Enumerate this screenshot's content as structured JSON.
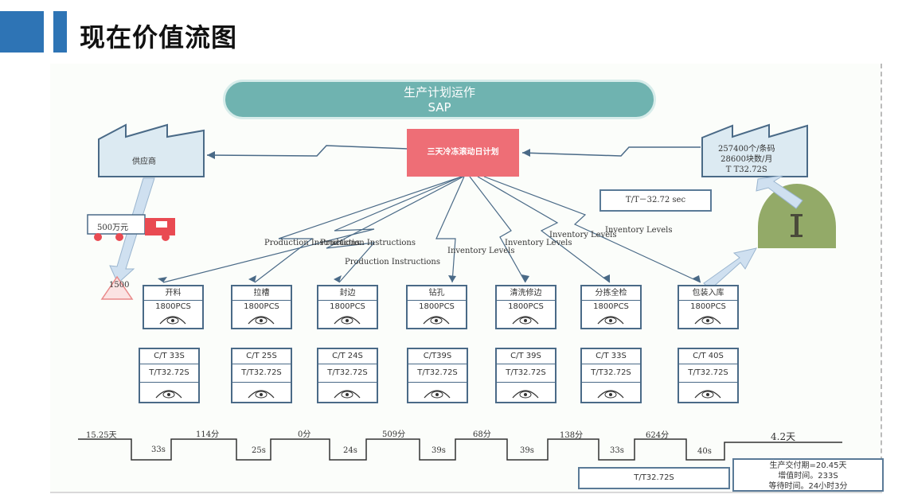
{
  "header": {
    "title": "现在价值流图"
  },
  "control": {
    "sap_line1": "生产计划运作",
    "sap_line2": "SAP",
    "plan": "三天冷冻滚动日计划"
  },
  "supplier": {
    "label": "供应商"
  },
  "customer": {
    "line1": "257400个/条码",
    "line2": "28600块数/月",
    "line3": "T T32.72S"
  },
  "truck": {
    "label": "500万元"
  },
  "raw_inventory": {
    "label": "1500"
  },
  "takt": {
    "label": "T/T－32.72 sec"
  },
  "info_labels": {
    "pi1": "Production Instructions",
    "pi2": "Production Instructions",
    "pi3": "Production Instructions",
    "il1": "Inventory Levels",
    "il2": "Inventory Levels",
    "il3": "Inventory Levels",
    "il4": "Inventory Levels"
  },
  "processes": [
    {
      "name": "开料",
      "qty": "1800PCS",
      "ct": "C/T  33S",
      "tt": "T/T32.72S"
    },
    {
      "name": "拉槽",
      "qty": "1800PCS",
      "ct": "C/T  25S",
      "tt": "T/T32.72S"
    },
    {
      "name": "封边",
      "qty": "1800PCS",
      "ct": "C/T  24S",
      "tt": "T/T32.72S"
    },
    {
      "name": "钻孔",
      "qty": "1800PCS",
      "ct": "C/T39S",
      "tt": "T/T32.72S"
    },
    {
      "name": "清洗修边",
      "qty": "1800PCS",
      "ct": "C/T  39S",
      "tt": "T/T32.72S"
    },
    {
      "name": "分拣全检",
      "qty": "1800PCS",
      "ct": "C/T  33S",
      "tt": "T/T32.72S"
    },
    {
      "name": "包装入库",
      "qty": "1800PCS",
      "ct": "C/T  40S",
      "tt": "T/T32.72S"
    }
  ],
  "timeline": {
    "top": [
      "15.25天",
      "114分",
      "0分",
      "509分",
      "68分",
      "138分",
      "624分",
      "4.2天"
    ],
    "bottom": [
      "33s",
      "25s",
      "24s",
      "39s",
      "39s",
      "33s",
      "40s"
    ],
    "tt_total": "T/T32.72S",
    "summary_line1": "生产交付期=20.45天",
    "summary_line2": "增值时间。233S",
    "summary_line3": "等待时间。24小时3分"
  },
  "colors": {
    "accent": "#2e74b5",
    "pill": "#6fb3b0",
    "plan": "#ee6e76",
    "truck": "#e94a52",
    "customer": "#93aa68",
    "arrow": "#cfe0f0"
  }
}
